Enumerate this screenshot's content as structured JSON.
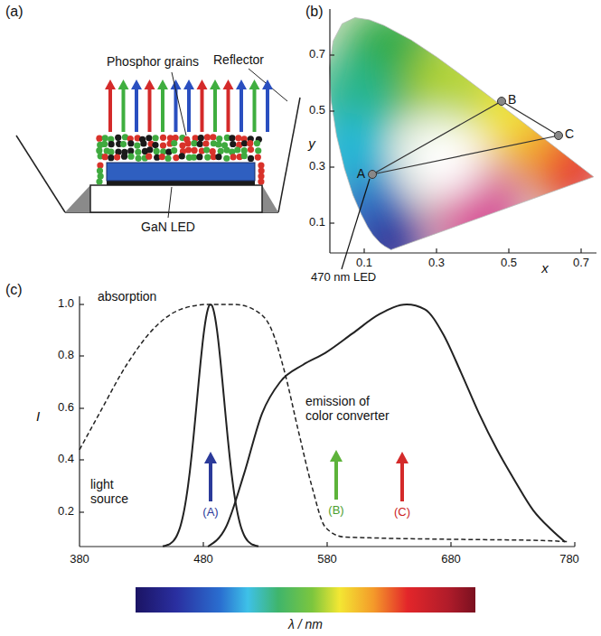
{
  "diagram": {
    "labels": [
      "(a)",
      "Phosphor grains",
      "Reflector",
      "GaN LED",
      "(b)",
      "0.7",
      "0.5",
      "0.3",
      "0.1",
      "y",
      "B",
      "C",
      "A",
      "0.1",
      "0.3",
      "0.5",
      "0.7",
      "x",
      "470 nm LED",
      "(c)",
      "absorption",
      "1.0",
      "0.8",
      "0.6",
      "0.4",
      "0.2",
      "I",
      "emission of color converter",
      "light source",
      "(A)",
      "(B)",
      "(C)",
      "380",
      "480",
      "580",
      "680",
      "780",
      "λ / nm"
    ]
  }
}
